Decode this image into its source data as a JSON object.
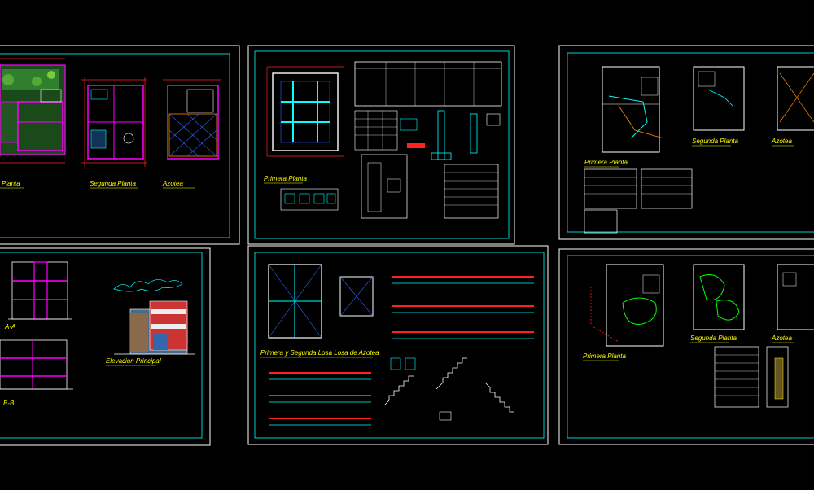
{
  "colors": {
    "background": "#000000",
    "sheet_border": "#ffffff",
    "inner_border": "#00ffff",
    "wall": "#ff00ff",
    "grid": "#ff2020",
    "label": "#ffff00",
    "line": "#ffffff",
    "cyan": "#00ffff",
    "green": "#00ff00",
    "blue": "#3366ff",
    "orange": "#ff8800"
  },
  "sheets": [
    {
      "id": "arquitectura-plantas",
      "labels": {
        "primera": "Planta",
        "segunda": "Segunda Planta",
        "azotea": "Azotea"
      }
    },
    {
      "id": "estructuras-cimentacion",
      "labels": {
        "primera": "Primera Planta"
      }
    },
    {
      "id": "sanitarias-agua",
      "labels": {
        "primera": "Primera Planta",
        "segunda": "Segunda Planta",
        "azotea": "Azotea"
      }
    },
    {
      "id": "arquitectura-cortes",
      "labels": {
        "corte_a": "A-A",
        "corte_b": "B-B",
        "elevacion": "Elevacion Principal"
      }
    },
    {
      "id": "estructuras-losas",
      "labels": {
        "losas": "Primera y Segunda Losa  Losa de Azotea"
      }
    },
    {
      "id": "electricas",
      "labels": {
        "primera": "Primera Planta",
        "segunda": "Segunda Planta",
        "azotea": "Azotea"
      }
    }
  ]
}
